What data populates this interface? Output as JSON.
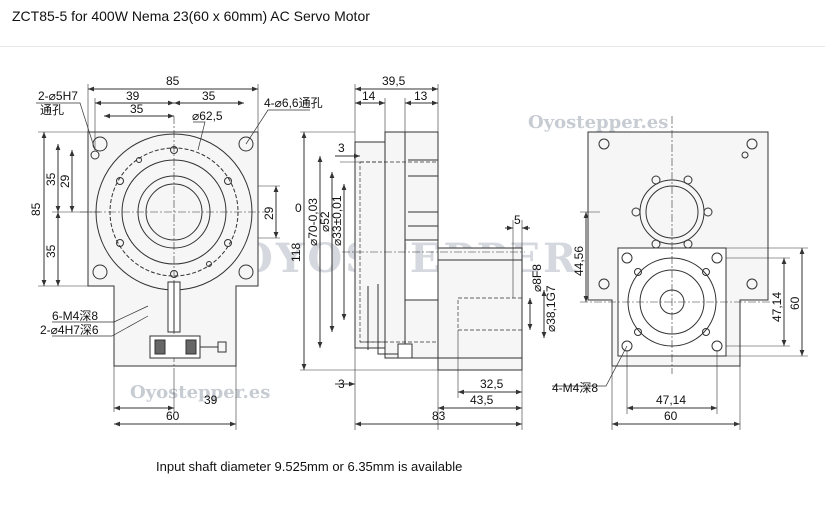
{
  "title": "ZCT85-5 for 400W Nema 23(60 x 60mm) AC Servo Motor",
  "note": "Input shaft diameter  9.525mm or 6.35mm is available",
  "watermarks": {
    "top": "Oyostepper.es",
    "center": "OYOSTEPPER",
    "bottom": "Oyostepper.es"
  },
  "colors": {
    "line": "#333333",
    "fill": "#f6f6f6",
    "watermark": "#c7ccd3"
  },
  "front_view": {
    "dims": {
      "top_85": "85",
      "top_39": "39",
      "top_35_left": "35",
      "top_35_right": "35",
      "left_85": "85",
      "left_35_top": "35",
      "left_29": "29",
      "left_35_bottom": "35",
      "center_29": "29",
      "bottom_39": "39",
      "bottom_60": "60"
    },
    "labels": {
      "hole_pin": "2-⌀5H7",
      "hole_pin_sub": "通孔",
      "hole_mount": "4-⌀6,6通孔",
      "dia_pcd": "⌀62,5",
      "thread_m4": "6-M4深8",
      "pin_h7": "2-⌀4H7深6"
    }
  },
  "side_view": {
    "dims": {
      "top_39_5": "39,5",
      "top_14": "14",
      "top_13": "13",
      "left_3_top": "3",
      "left_3_bottom": "3",
      "zero": "0",
      "h_118": "118",
      "d70": "⌀70-0,03",
      "d52": "⌀52",
      "d33": "⌀33±0,01",
      "d8f8": "⌀8F8",
      "d38": "⌀38,1G7",
      "gap_5": "5",
      "d32_5": "32,5",
      "d43_5": "43,5",
      "d83": "83"
    }
  },
  "back_view": {
    "dims": {
      "h44_56": "44,56",
      "h47_14": "47,14",
      "h60": "60",
      "w47_14": "47,14",
      "w60": "60"
    },
    "labels": {
      "thread_m4": "4-M4深8"
    }
  }
}
